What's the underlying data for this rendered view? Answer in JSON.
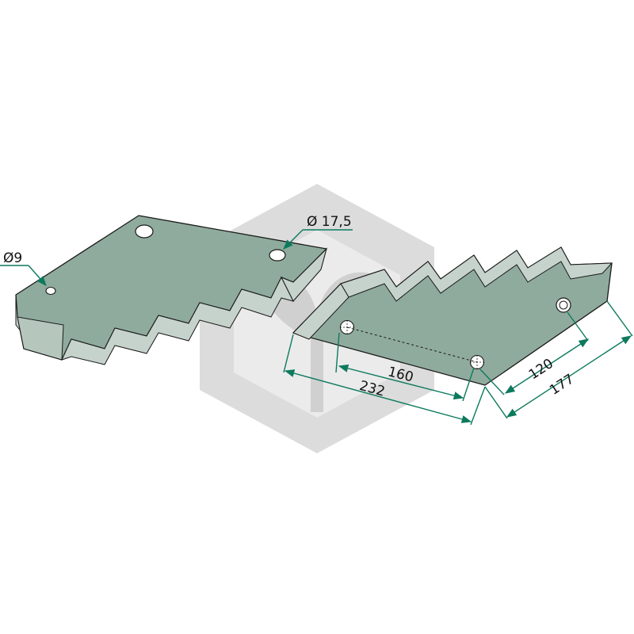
{
  "labels": {
    "hole_small": "Ø9",
    "hole_large": "Ø 17,5",
    "dim_160": "160",
    "dim_232": "232",
    "dim_120": "120",
    "dim_177": "177"
  },
  "colors": {
    "blade_face": "#8fab9d",
    "blade_edge": "#c6d3cc",
    "dimension_line": "#0d7a5e",
    "watermark": "#d9d9d9"
  },
  "icons": {
    "watermark": "shield-leaf-logo"
  }
}
